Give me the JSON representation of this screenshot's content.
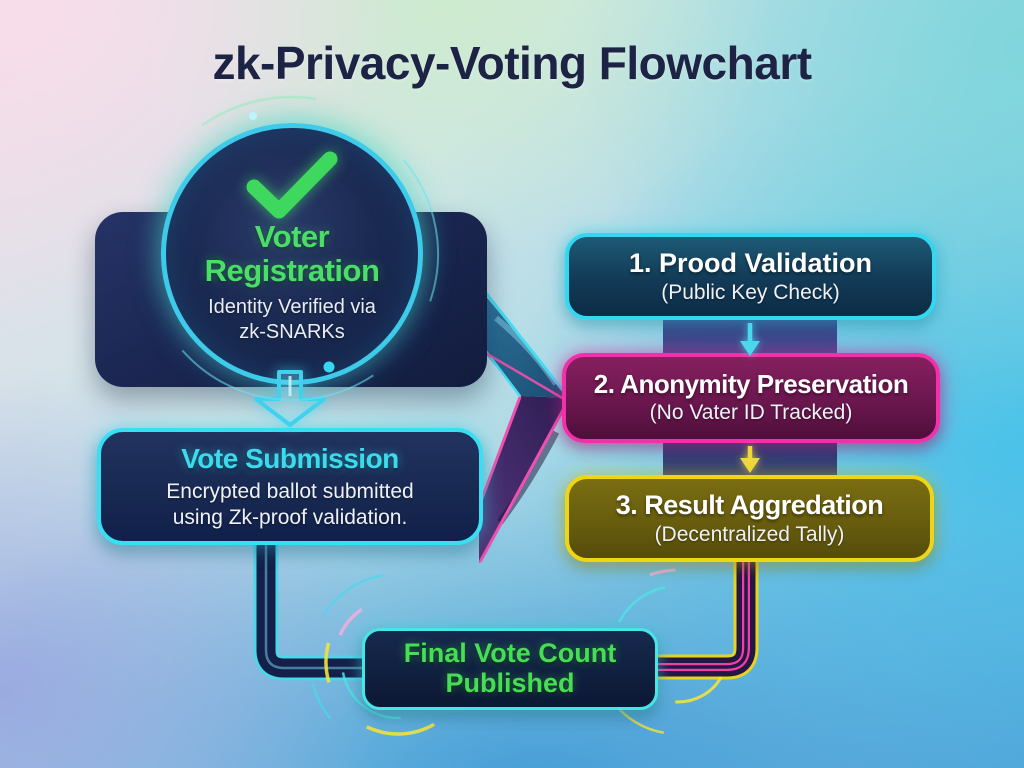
{
  "title": "zk-Privacy-Voting Flowchart",
  "nodes": {
    "voter_registration": {
      "title_line1": "Voter",
      "title_line2": "Registration",
      "subtitle_line1": "Identity Verified via",
      "subtitle_line2": "zk-SNARKs"
    },
    "proof_validation": {
      "title": "1. Prood Validation",
      "subtitle": "(Public Key Check)"
    },
    "anonymity_preservation": {
      "title": "2. Anonymity Preservation",
      "subtitle": "(No Vater ID Tracked)"
    },
    "result_aggregation": {
      "title": "3. Result Aggredation",
      "subtitle": "(Decentralized Tally)"
    },
    "vote_submission": {
      "title": "Vote Submission",
      "body_line1": "Encrypted ballot submitted",
      "body_line2": "using Zk-proof validation."
    },
    "final_count": {
      "line1": "Final Vote Count",
      "line2": "Published"
    }
  },
  "colors": {
    "title_text": "#1c2344",
    "cyan_accent": "#35d8f0",
    "magenta_accent": "#f230aa",
    "yellow_accent": "#eed616",
    "green_text": "#46de60",
    "cyan_text": "#3bdaec",
    "band": "#2e3a78"
  }
}
